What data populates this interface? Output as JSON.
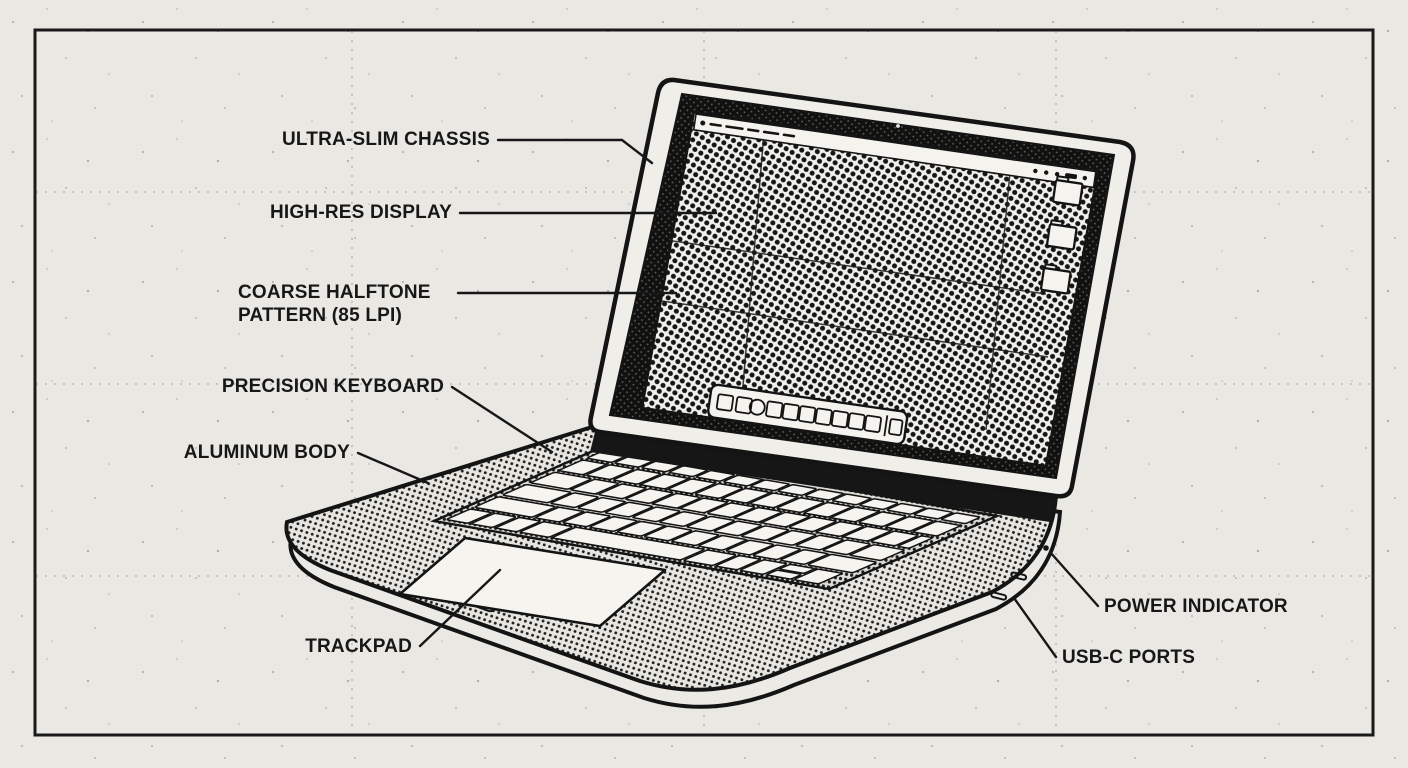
{
  "canvas": {
    "paper_color": "#eae8e3",
    "ink_color": "#171717",
    "style": "halftone technical illustration"
  },
  "subject": "laptop exploded-view style callout diagram",
  "callouts": {
    "chassis": {
      "text": "ULTRA-SLIM CHASSIS"
    },
    "display": {
      "text": "HIGH-RES DISPLAY"
    },
    "halftone": {
      "text": "COARSE HALFTONE PATTERN (85 LPI)"
    },
    "keyboard": {
      "text": "PRECISION KEYBOARD"
    },
    "body": {
      "text": "ALUMINUM BODY"
    },
    "trackpad": {
      "text": "TRACKPAD"
    },
    "power": {
      "text": "POWER INDICATOR"
    },
    "usb": {
      "text": "USB-C PORTS"
    }
  }
}
